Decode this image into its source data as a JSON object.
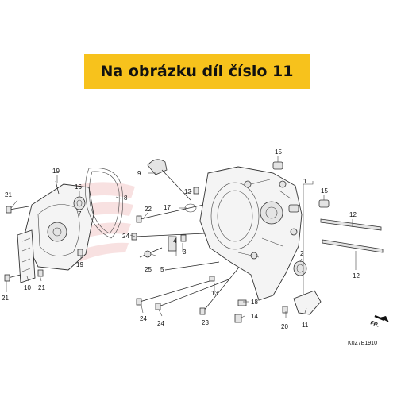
{
  "banner": {
    "text": "Na obrázku díl číslo 11"
  },
  "callouts": [
    "21",
    "19",
    "16",
    "8",
    "9",
    "7",
    "13",
    "17",
    "22",
    "15",
    "1",
    "15",
    "12",
    "24",
    "25",
    "4",
    "5",
    "3",
    "2",
    "12",
    "21",
    "10",
    "21",
    "19",
    "13",
    "18",
    "24",
    "24",
    "23",
    "14",
    "20",
    "11"
  ],
  "diagram_code": "K0Z7E1910",
  "direction": "FR.",
  "watermark_color": "#f3c9c9"
}
